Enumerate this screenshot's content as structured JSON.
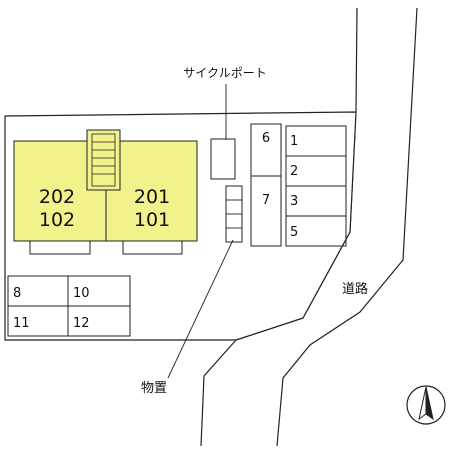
{
  "labels": {
    "cycle_port": "サイクルポート",
    "storage": "物置",
    "road": "道路"
  },
  "units": {
    "left_top": "202",
    "left_bottom": "102",
    "right_top": "201",
    "right_bottom": "101"
  },
  "parking": {
    "p1": "1",
    "p2": "2",
    "p3": "3",
    "p5": "5",
    "p6": "6",
    "p7": "7",
    "p8": "8",
    "p10": "10",
    "p11": "11",
    "p12": "12"
  },
  "compass": {
    "north_symbol": "north-arrow"
  },
  "colors": {
    "building": "#f2f28c",
    "stair": "#f2f28c",
    "line": "#222222"
  }
}
